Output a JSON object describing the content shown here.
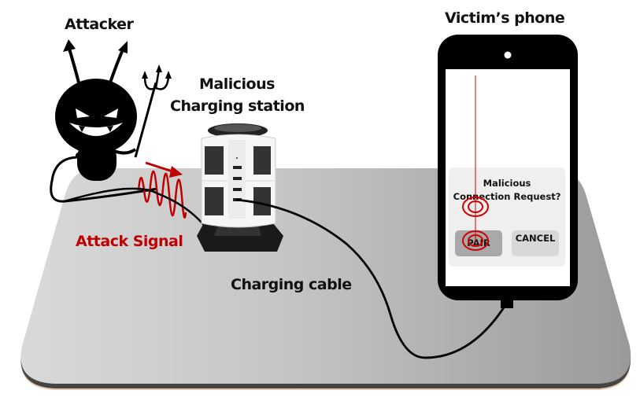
{
  "labels": {
    "attacker": "Attacker",
    "station_line1": "Malicious",
    "station_line2": "Charging station",
    "victim": "Victim’s phone",
    "attack_signal": "Attack Signal",
    "charging_cable": "Charging cable"
  },
  "phone_popup": {
    "title_line1": "Malicious",
    "title_line2": "Connection Request?",
    "pair_button": "PAIR",
    "cancel_button": "CANCEL"
  },
  "colors": {
    "attack": "#c00000",
    "surface": "#b8b8b8",
    "phone_body": "#000000",
    "popup_bg": "#efefef",
    "pair_bg": "#a9a9a9",
    "cancel_bg": "#d8d8d8"
  }
}
